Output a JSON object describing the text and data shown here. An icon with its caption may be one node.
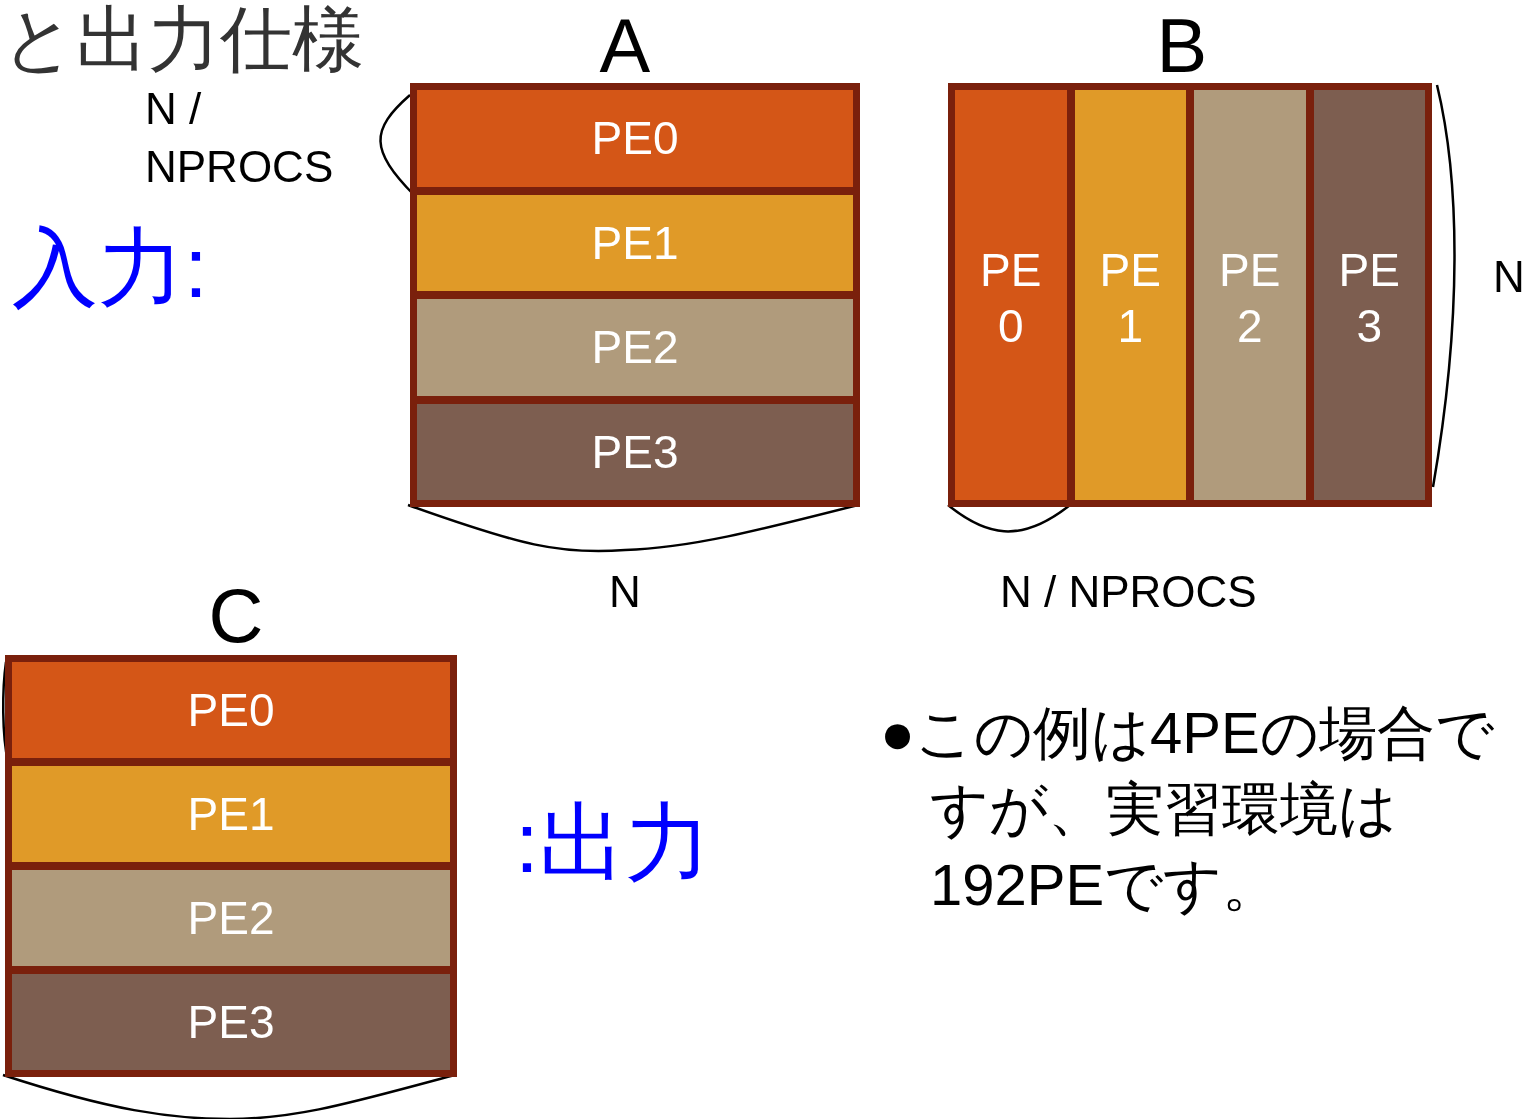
{
  "diagram": {
    "title": "と出力仕様",
    "nodes": [
      {
        "text": [
          "A"
        ]
      },
      {
        "text": [
          "PE0"
        ],
        "in": 0
      },
      {
        "text": [
          "PE1"
        ],
        "in": 0
      },
      {
        "text": [
          "PE2"
        ],
        "in": 0
      },
      {
        "text": [
          "PE3"
        ],
        "in": 0
      },
      {
        "text": [
          "B"
        ]
      },
      {
        "text": [
          "PE 0"
        ],
        "in": 5
      },
      {
        "text": [
          "PE 1"
        ],
        "in": 5
      },
      {
        "text": [
          "PE 2"
        ],
        "in": 5
      },
      {
        "text": [
          "PE 3"
        ],
        "in": 5
      },
      {
        "text": [
          "C"
        ]
      },
      {
        "text": [
          "PE0"
        ],
        "in": 10
      },
      {
        "text": [
          "PE1"
        ],
        "in": 10
      },
      {
        "text": [
          "PE2"
        ],
        "in": 10
      },
      {
        "text": [
          "PE3"
        ],
        "in": 10
      }
    ],
    "edges": [],
    "labels": [
      "N / NPROCS",
      "入力:",
      "N",
      "N",
      "N / NPROCS",
      ":出力",
      "●この例は4PEの場合ですが、実習環境は192PEです。"
    ]
  }
}
